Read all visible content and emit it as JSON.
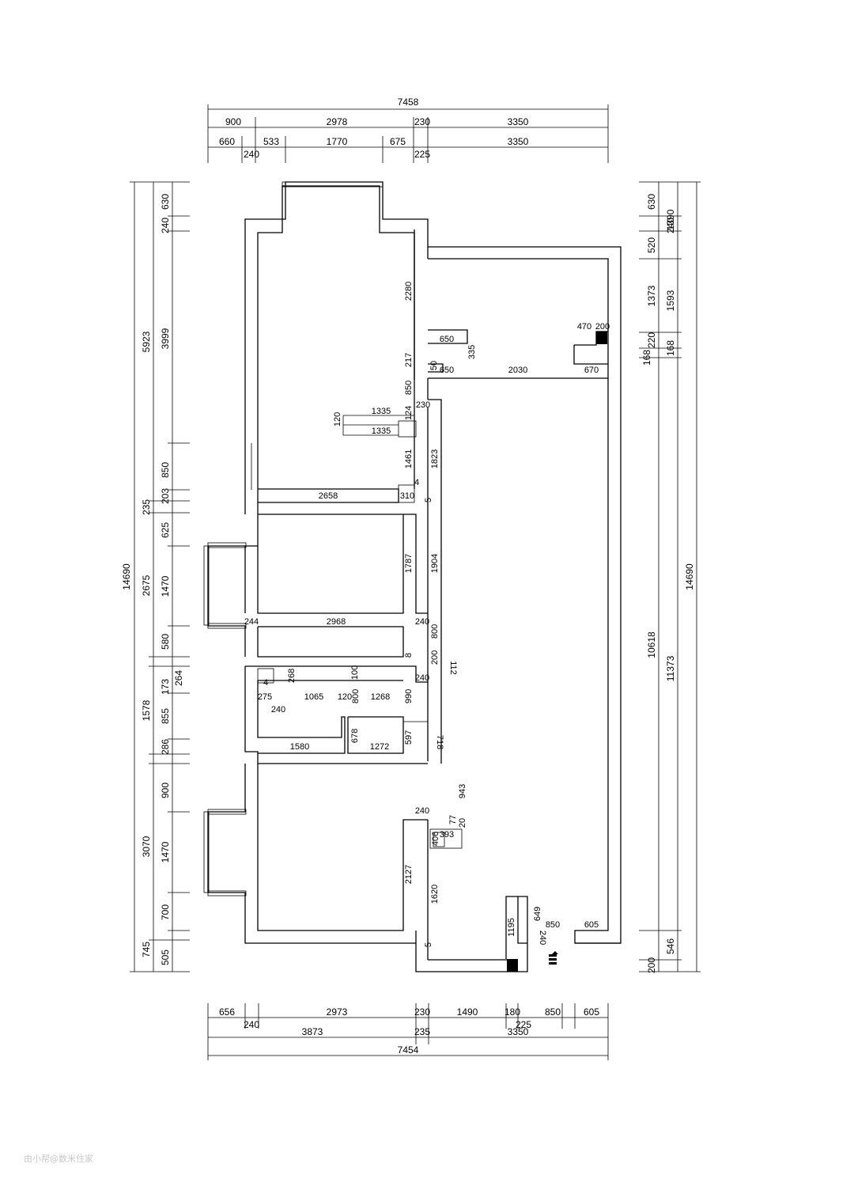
{
  "top_dims": {
    "total": "7458",
    "row1": [
      "900",
      "2978",
      "230",
      "3350"
    ],
    "row2": [
      "660",
      "533",
      "1770",
      "675",
      "3350"
    ],
    "row2_sub": [
      "240",
      "225"
    ]
  },
  "bottom_dims": {
    "row1": [
      "656",
      "2973",
      "230",
      "1490",
      "180",
      "850",
      "605"
    ],
    "row1_sub": [
      "240",
      "225"
    ],
    "row2": [
      "3873",
      "235",
      "3350"
    ],
    "total": "7454"
  },
  "left_dims": {
    "total": "14690",
    "groups": [
      "5923",
      "235",
      "2675",
      "1578",
      "3070",
      "745"
    ],
    "inner": [
      "630",
      "240",
      "3999",
      "850",
      "203",
      "625",
      "1470",
      "580",
      "173",
      "264",
      "855",
      "286",
      "900",
      "1470",
      "700",
      "505"
    ]
  },
  "right_dims": {
    "total": "14690",
    "col1": [
      "630",
      "520",
      "1373",
      "168",
      "220",
      "10618",
      "200"
    ],
    "col2": [
      "240",
      "1390",
      "1593",
      "168",
      "11373",
      "546"
    ]
  },
  "interior_labels": {
    "labels_top_room": [
      "2280",
      "217",
      "850",
      "124",
      "1461",
      "1335",
      "1335",
      "120",
      "2658",
      "310",
      "4"
    ],
    "labels_right_room": [
      "650",
      "335",
      "50",
      "650",
      "2030",
      "670",
      "470",
      "200",
      "230",
      "1823",
      "5"
    ],
    "labels_mid_room": [
      "1787",
      "1904",
      "2968",
      "240",
      "244",
      "800",
      "200",
      "112",
      "8"
    ],
    "labels_bath": [
      "268",
      "100",
      "4",
      "275",
      "240",
      "1065",
      "120",
      "800",
      "1268",
      "240",
      "990",
      "678",
      "1580",
      "1272",
      "597",
      "718"
    ],
    "labels_bottom_room": [
      "943",
      "240",
      "77",
      "20",
      "406",
      "393",
      "2127",
      "1620",
      "5"
    ],
    "labels_entry": [
      "1195",
      "649",
      "850",
      "240",
      "605"
    ]
  },
  "watermark": "由小帮@数米住家"
}
